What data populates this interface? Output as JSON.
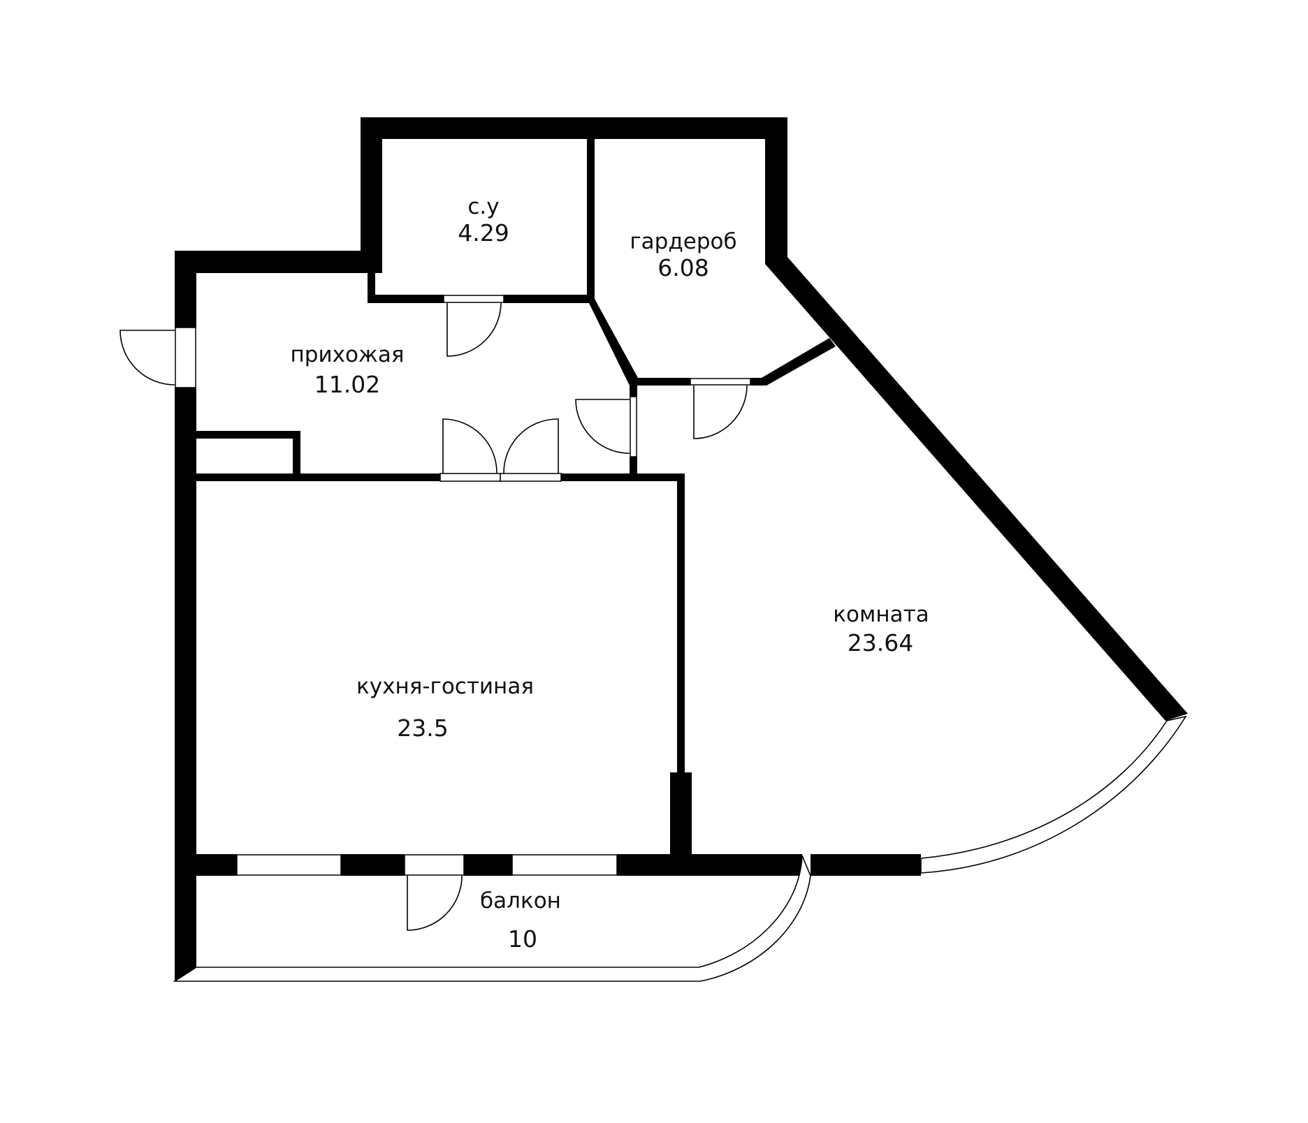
{
  "plan": {
    "type": "apartment floor plan",
    "units": "m²",
    "colors": {
      "wall": "#000000",
      "background": "#ffffff",
      "text": "#111111"
    },
    "rooms": [
      {
        "id": "bathroom",
        "name": "с.у",
        "area": "4.29"
      },
      {
        "id": "wardrobe",
        "name": "гардероб",
        "area": "6.08"
      },
      {
        "id": "hallway",
        "name": "прихожая",
        "area": "11.02"
      },
      {
        "id": "kitchen-living",
        "name": "кухня-гостиная",
        "area": "23.5"
      },
      {
        "id": "room",
        "name": "комната",
        "area": "23.64"
      },
      {
        "id": "balcony",
        "name": "балкон",
        "area": "10"
      }
    ]
  }
}
